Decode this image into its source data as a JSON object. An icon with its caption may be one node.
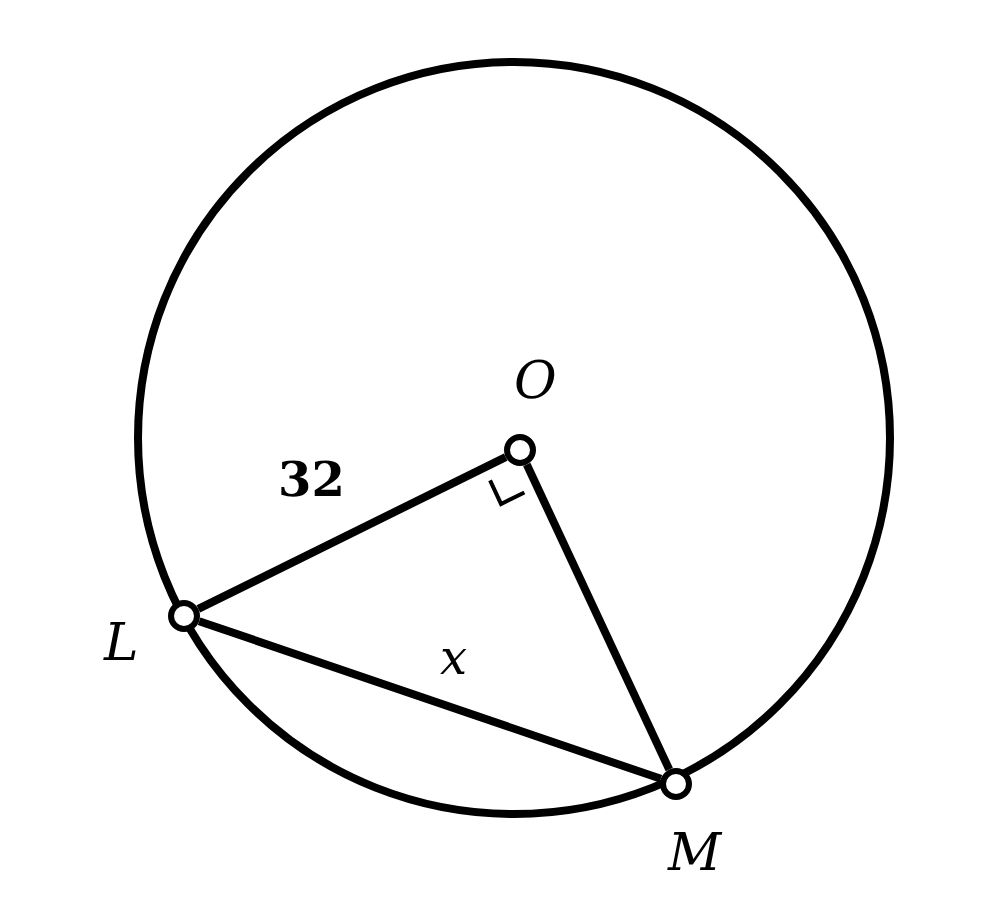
{
  "diagram": {
    "nodes": [
      {
        "text": [],
        "shape": "circle",
        "beside": [
          "O"
        ]
      },
      {
        "text": [],
        "shape": "circle",
        "beside": [
          "L"
        ]
      },
      {
        "text": [],
        "shape": "circle",
        "beside": [
          "M"
        ]
      }
    ],
    "edges": [
      {
        "from": 1,
        "to": 0,
        "arrow": "none",
        "label": "32"
      },
      {
        "from": 0,
        "to": 2,
        "arrow": "none"
      },
      {
        "from": 1,
        "to": 2,
        "arrow": "none",
        "label": "x"
      }
    ]
  }
}
